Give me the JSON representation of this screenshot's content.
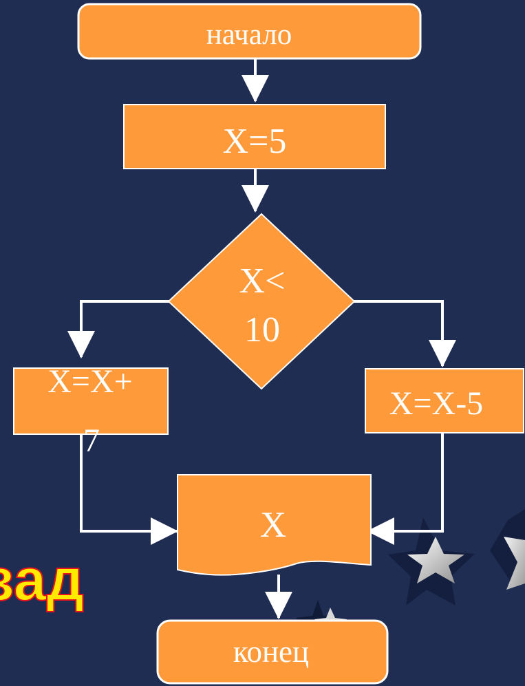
{
  "nodes": {
    "start": "начало",
    "assign": "X=5",
    "condition_line1": "X<",
    "condition_line2": "10",
    "left_line1": "X=X+",
    "left_line2": "7",
    "right": "X=X-5",
    "output": "X",
    "end": "конец"
  },
  "back_button_text": "зад",
  "colors": {
    "background": "#1f2d53",
    "node_fill": "#ff9a3a",
    "node_stroke": "#ffffff",
    "connector": "#ffffff",
    "back_text_fill": "#ffea00",
    "back_text_stroke": "#e8111e",
    "star": "#c8c8c8"
  },
  "icons": [
    "star-icon",
    "chevron-right-icon"
  ]
}
